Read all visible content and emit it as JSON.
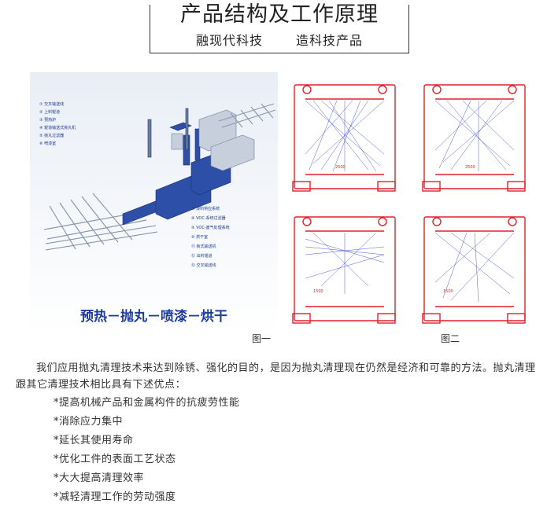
{
  "header": {
    "title": "产品结构及工作原理",
    "subtitle_left": "融现代科技",
    "subtitle_right": "造科技产品"
  },
  "figure1": {
    "caption": "图一",
    "banner": "预热－抛丸－喷漆－烘干",
    "legend_top": [
      "① 交叉输送线",
      "② 上料辊道",
      "③ 预热炉",
      "④ 辊道输送式抛丸机",
      "⑤ 抛丸过滤器",
      "⑥ 喷漆室"
    ],
    "legend_bottom": [
      "⑦ 漆料供应系统",
      "⑧ VOC-系统过滤器",
      "⑨ VOC-废气处理系统",
      "⑩ 烘干室",
      "⑪ 板式输送机",
      "⑫ 出料辊道",
      "⑬ 交叉输送线"
    ],
    "colors": {
      "machine": "#2d4fa8",
      "frame": "#8a98b0",
      "banner": "#1e3c9a"
    }
  },
  "figure2": {
    "caption": "图二",
    "dims": [
      "2500",
      "2500",
      "1500",
      "1500"
    ],
    "colors": {
      "housing": "#e0202a",
      "trajectory": "#2233c8"
    }
  },
  "body": {
    "paragraph": "我们应用抛丸清理技术来达到除锈、强化的目的，是因为抛丸清理现在仍然是经济和可靠的方法。抛丸清理跟其它清理技术相比具有下述优点：",
    "advantages": [
      "*提高机械产品和金属构件的抗疲劳性能",
      "*消除应力集中",
      "*延长其使用寿命",
      "*优化工件的表面工艺状态",
      "*大大提高清理效率",
      "*减轻清理工作的劳动强度"
    ]
  }
}
